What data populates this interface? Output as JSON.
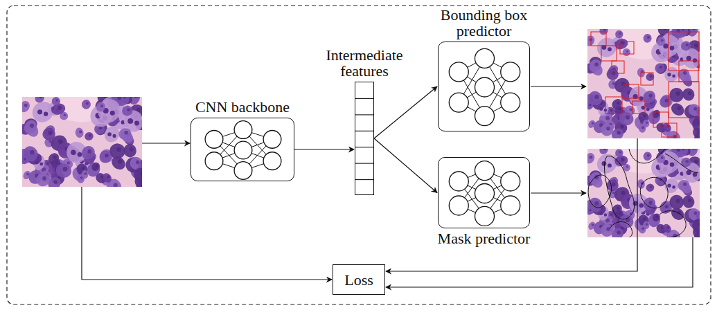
{
  "diagram": {
    "nodes": [
      {
        "text": [
          "CNN backbone"
        ]
      },
      {
        "text": [
          "Intermediate features"
        ]
      },
      {
        "text": [
          "Bounding box predictor"
        ]
      },
      {
        "text": [
          "Mask predictor"
        ]
      },
      {
        "text": [
          "Loss"
        ]
      }
    ],
    "edges": [
      {
        "from": 0,
        "to": 1,
        "arrow": "to"
      },
      {
        "from": 1,
        "to": 2,
        "arrow": "to"
      },
      {
        "from": 1,
        "to": 3,
        "arrow": "to"
      }
    ]
  }
}
